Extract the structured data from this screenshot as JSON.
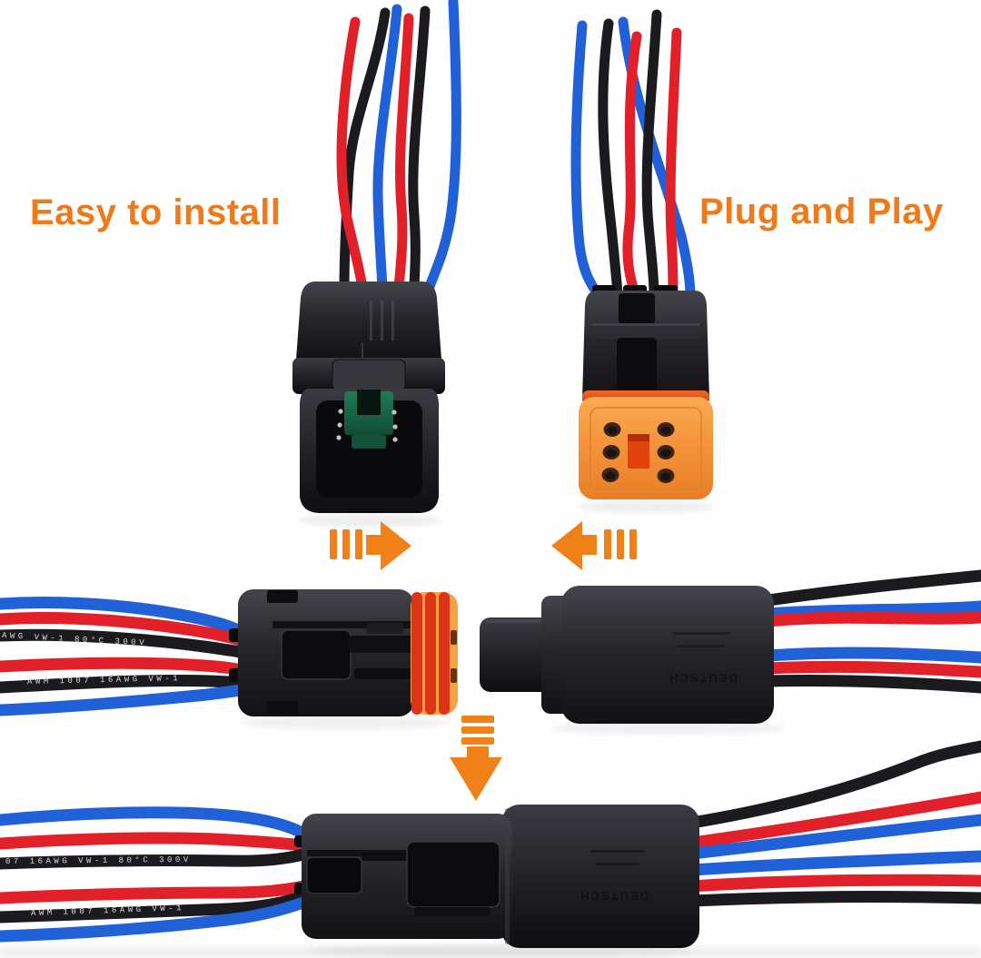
{
  "captions": {
    "left": "Easy to install",
    "right": "Plug and Play",
    "color": "#EE7A1B"
  },
  "arrows": {
    "color": "#F08018"
  },
  "colors": {
    "wire_red": "#E2202A",
    "wire_blue": "#2161D8",
    "wire_black": "#1B1B1F",
    "pin_silver": "#C2C2C8",
    "wedge_green": "#17684A",
    "seal_red": "#DD3418",
    "seal_orange": "#F5A243",
    "slot_orange": "#E2430D"
  },
  "wire_markings": {
    "mid_top": "AWG  VW-1  80°C  300V",
    "mid_bottom": "AWM  1007  16AWG  VW-1",
    "bottom_top": "07  16AWG  VW-1  80°C  300V",
    "bottom_bottom": "AWM  1007  16AWG  VW-1"
  },
  "connector_markings": {
    "brand": "DEUTSCH"
  }
}
